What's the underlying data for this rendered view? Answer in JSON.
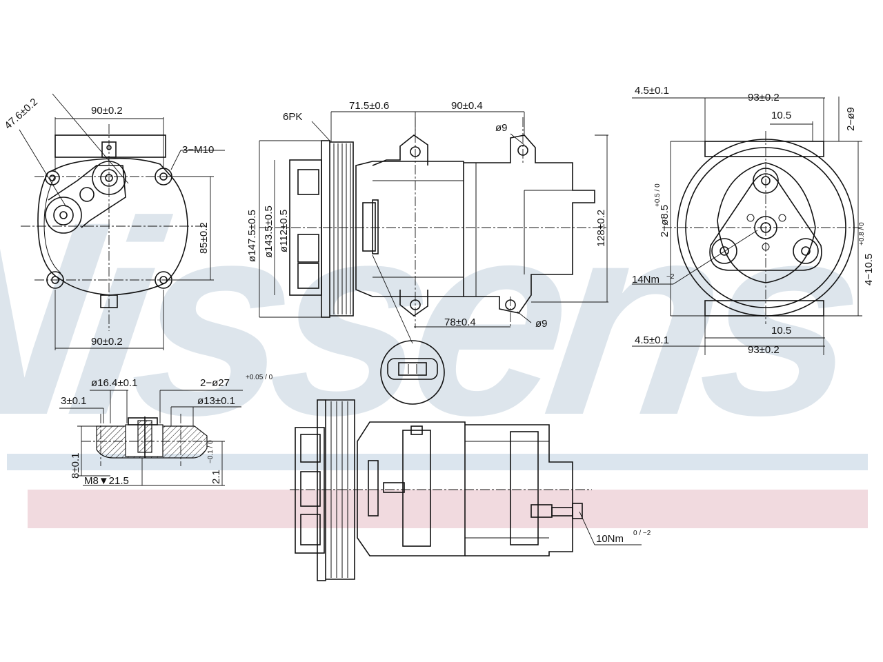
{
  "watermark": {
    "text": "Nissens",
    "color": "#dde5ec",
    "band_blue": "#dbe5ee",
    "band_red": "#f1dadf"
  },
  "front_left": {
    "angle": "47.6±0.2",
    "top_width": "90±0.2",
    "bolt": "3−M10",
    "height": "85±0.2",
    "bottom_width": "90±0.2"
  },
  "side": {
    "belt": "6PK",
    "dim_a": "71.5±0.6",
    "dim_b": "90±0.4",
    "hole_top": "ø9",
    "d1": "ø147.5±0.5",
    "d2": "ø143.5±0.5",
    "d3": "ø112±0.5",
    "height": "128±0.2",
    "bottom_dim": "78±0.4",
    "hole_bottom": "ø9"
  },
  "right": {
    "top_offset": "4.5±0.1",
    "top_width": "93±0.2",
    "top_inner": "10.5",
    "top_holes": "2−ø9",
    "bottom_offset": "4.5±0.1",
    "bottom_width": "93±0.2",
    "bottom_inner": "10.5",
    "left_holes": "2−ø8.5",
    "left_holes_tol": "+0.5 / 0",
    "right_holes": "4−10.5",
    "right_holes_tol": "+0.8 / 0",
    "torque": "14Nm",
    "torque_tol": "−2"
  },
  "port": {
    "d_outer": "ø16.4±0.1",
    "holes": "2−ø27",
    "holes_tol": "+0.05 / 0",
    "d_inner": "ø13±0.1",
    "offset": "3±0.1",
    "depth_left": "8±0.1",
    "depth_right": "2.1",
    "depth_right_tol": "−0.1 / 0",
    "thread": "M8▼21.5"
  },
  "bottom": {
    "torque": "10Nm",
    "torque_tol": "0 / −2"
  }
}
